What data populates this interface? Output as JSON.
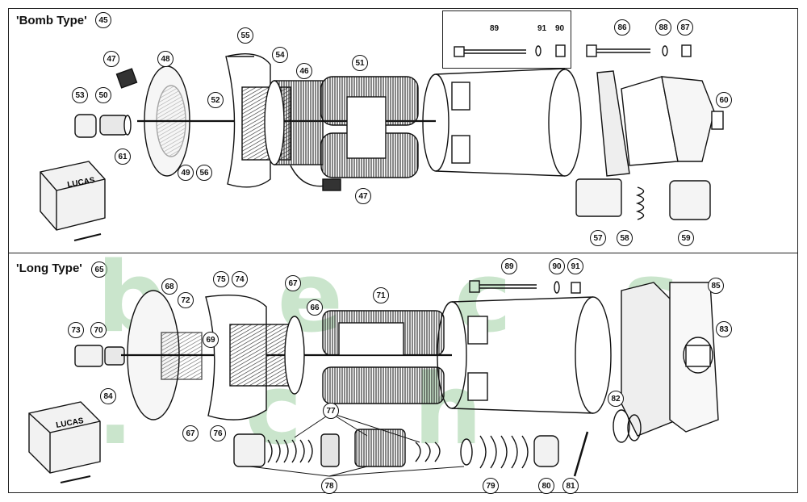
{
  "sections": {
    "bomb": {
      "title": "'Bomb Type'",
      "ref": "45"
    },
    "long": {
      "title": "'Long Type'",
      "ref": "65"
    }
  },
  "watermark": "b e c s . c h",
  "callouts_bomb": {
    "c47a": "47",
    "c48": "48",
    "c53": "53",
    "c50": "50",
    "c55": "55",
    "c54": "54",
    "c46": "46",
    "c51": "51",
    "c52": "52",
    "c49": "49",
    "c56": "56",
    "c47b": "47",
    "c61": "61",
    "c86": "86",
    "c88": "88",
    "c87": "87",
    "c60": "60",
    "c57": "57",
    "c58": "58",
    "c59": "59"
  },
  "inset_labels": {
    "c89": "89",
    "c91": "91",
    "c90": "90"
  },
  "callouts_long": {
    "c68": "68",
    "c72": "72",
    "c75": "75",
    "c74": "74",
    "c67a": "67",
    "c66": "66",
    "c71": "71",
    "c89": "89",
    "c90": "90",
    "c91": "91",
    "c85": "85",
    "c83": "83",
    "c73": "73",
    "c70": "70",
    "c69": "69",
    "c84": "84",
    "c67b": "67",
    "c76": "76",
    "c77": "77",
    "c82": "82",
    "c78": "78",
    "c79": "79",
    "c80": "80",
    "c81": "81"
  },
  "box_brand": "LUCAS"
}
